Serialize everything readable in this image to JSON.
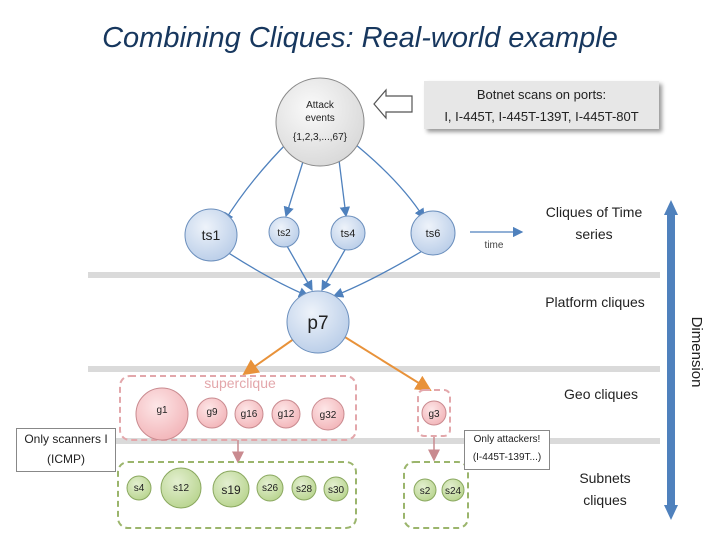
{
  "title": "Combining Cliques: Real-world example",
  "callout": {
    "line1": "Botnet scans on ports:",
    "line2": "I, I-445T, I-445T-139T, I-445T-80T"
  },
  "attack_node": {
    "line1": "Attack",
    "line2": "events",
    "line3": "{1,2,3,...,67}"
  },
  "time_series_nodes": [
    "ts1",
    "ts2",
    "ts4",
    "ts6"
  ],
  "time_label": "time",
  "platform_node": "p7",
  "superclique_label": "superclique",
  "geo_nodes": [
    "g1",
    "g9",
    "g16",
    "g12",
    "g32",
    "g3"
  ],
  "subnet_nodes": [
    "s4",
    "s12",
    "s19",
    "s26",
    "s28",
    "s30",
    "s2",
    "s24"
  ],
  "layer_labels": {
    "time_series": "Cliques of Time series",
    "platform": "Platform cliques",
    "geo": "Geo cliques",
    "subnets": "Subnets cliques"
  },
  "dimension_label": "Dimension",
  "left_box": {
    "line1": "Only scanners I",
    "line2": "(ICMP)"
  },
  "right_box": {
    "line1": "Only attackers!",
    "line2": "(I-445T-139T...)"
  },
  "colors": {
    "title": "#17375e",
    "node_blue": "#c9d9ee",
    "node_blue_stroke": "#6b8fbd",
    "node_pink": "#f6c6c9",
    "node_pink_stroke": "#c98a8f",
    "node_green": "#c5dca0",
    "node_green_stroke": "#8aa85f",
    "arrow_blue": "#4f81bd",
    "arrow_orange": "#e8923a",
    "dimension_arrow": "#4f81bd"
  }
}
